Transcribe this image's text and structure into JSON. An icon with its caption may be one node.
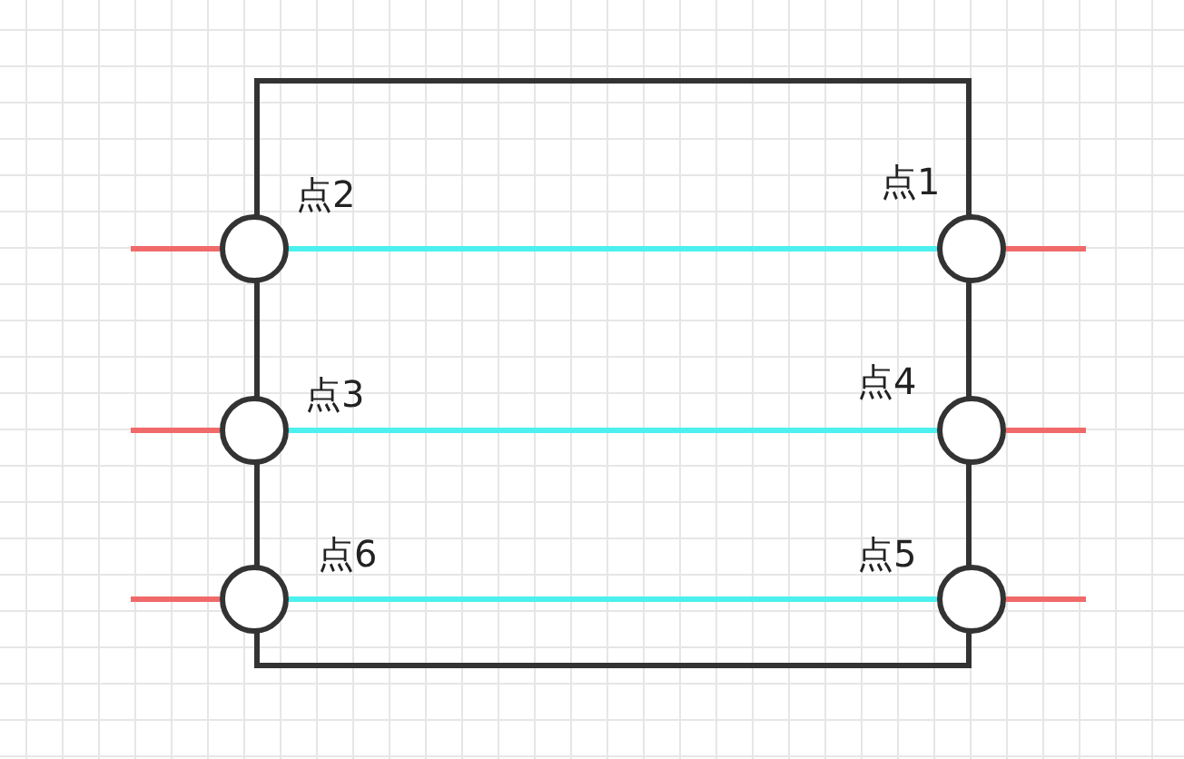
{
  "diagram": {
    "nodes": [
      {
        "text": [],
        "shape": "circle"
      },
      {
        "text": [],
        "shape": "circle"
      },
      {
        "text": [],
        "shape": "circle"
      },
      {
        "text": [],
        "shape": "circle"
      },
      {
        "text": [],
        "shape": "circle"
      },
      {
        "text": [],
        "shape": "circle"
      }
    ],
    "labels": [
      "点2",
      "点1",
      "点3",
      "点4",
      "点6",
      "点5"
    ],
    "edges": [
      {
        "from": 0,
        "to": 1,
        "arrow": "none",
        "color": "#4cf0ee"
      },
      {
        "from": 2,
        "to": 3,
        "arrow": "none",
        "color": "#4cf0ee"
      },
      {
        "from": 4,
        "to": 5,
        "arrow": "none",
        "color": "#4cf0ee"
      },
      {
        "from": null,
        "to": 0,
        "arrow": "none",
        "color": "#f06a6a"
      },
      {
        "from": 1,
        "to": null,
        "arrow": "none",
        "color": "#f06a6a"
      },
      {
        "from": null,
        "to": 2,
        "arrow": "none",
        "color": "#f06a6a"
      },
      {
        "from": 3,
        "to": null,
        "arrow": "none",
        "color": "#f06a6a"
      },
      {
        "from": null,
        "to": 4,
        "arrow": "none",
        "color": "#f06a6a"
      },
      {
        "from": 5,
        "to": null,
        "arrow": "none",
        "color": "#f06a6a"
      }
    ]
  }
}
